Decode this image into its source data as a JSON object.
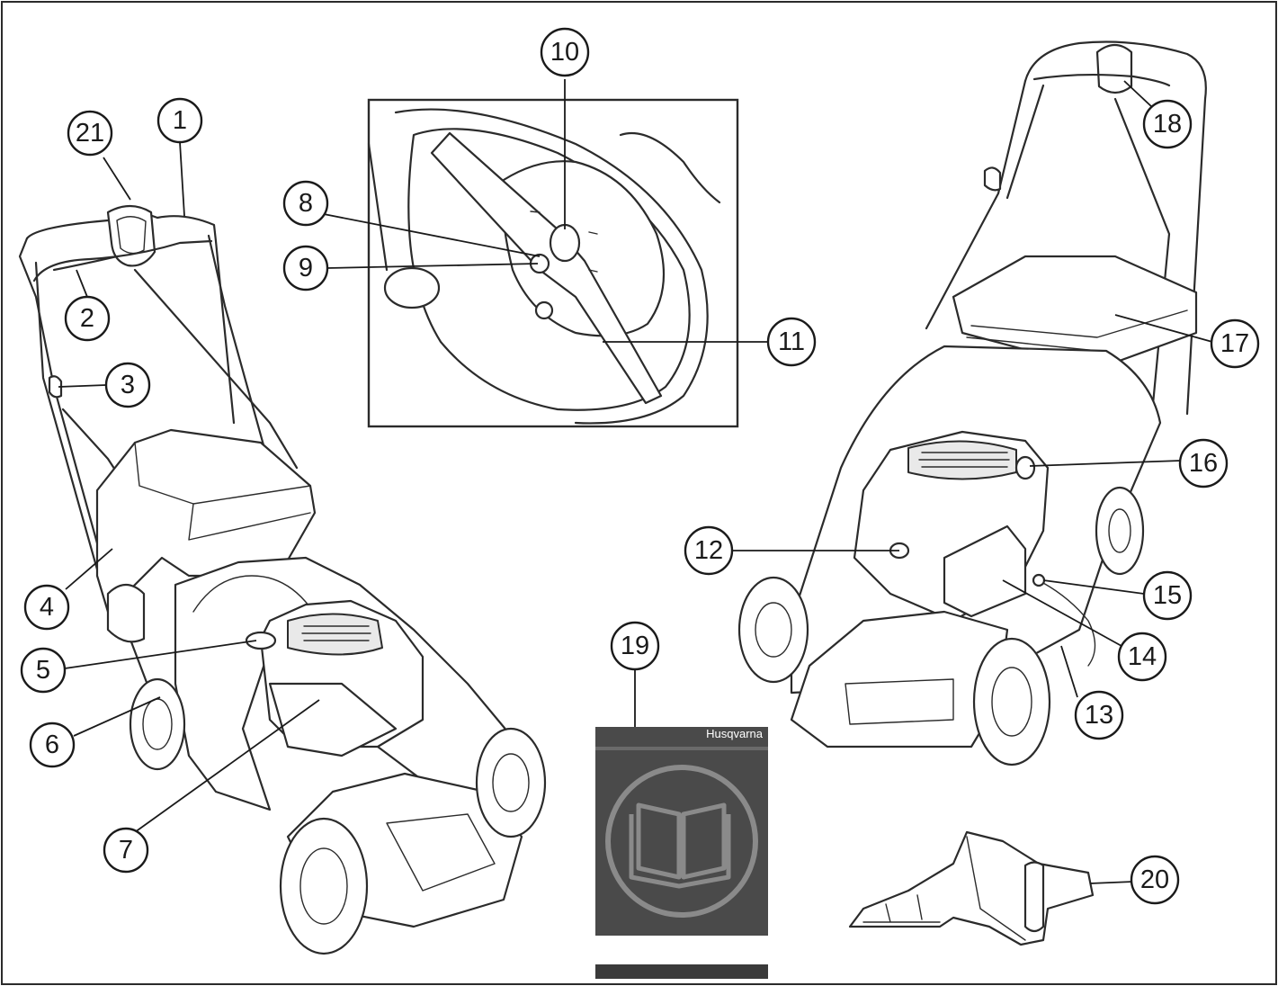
{
  "callouts": [
    {
      "label": "1"
    },
    {
      "label": "2"
    },
    {
      "label": "3"
    },
    {
      "label": "4"
    },
    {
      "label": "5"
    },
    {
      "label": "6"
    },
    {
      "label": "7"
    },
    {
      "label": "8"
    },
    {
      "label": "9"
    },
    {
      "label": "10"
    },
    {
      "label": "11"
    },
    {
      "label": "12"
    },
    {
      "label": "13"
    },
    {
      "label": "14"
    },
    {
      "label": "15"
    },
    {
      "label": "16"
    },
    {
      "label": "17"
    },
    {
      "label": "18"
    },
    {
      "label": "19"
    },
    {
      "label": "20"
    },
    {
      "label": "21"
    }
  ],
  "manual": {
    "brand": "Husqvarna",
    "cover_color": "#4a4a4a",
    "band_color": "#3a3a3a"
  }
}
